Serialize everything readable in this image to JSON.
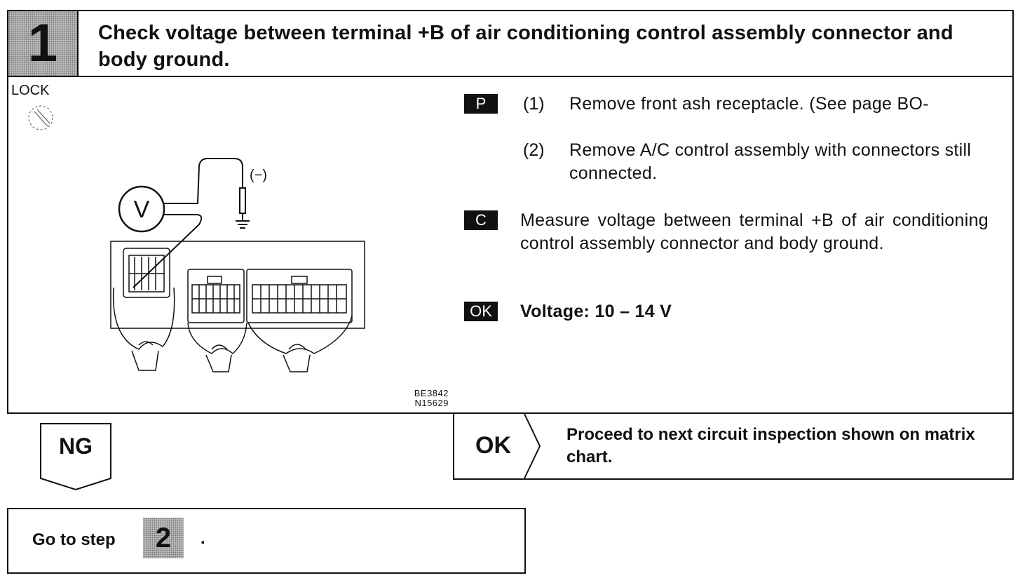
{
  "header": {
    "step_number": "1",
    "title": "Check voltage between terminal +B of air conditioning control assembly connector and body ground."
  },
  "figure": {
    "lock_label": "LOCK",
    "meter_symbol": "V",
    "probe_label": "(−)",
    "code_line1": "BE3842",
    "code_line2": "N15629"
  },
  "instructions": {
    "prep_tag": "P",
    "step1_num": "(1)",
    "step1_text": "Remove front ash receptacle. (See page BO-",
    "step2_num": "(2)",
    "step2_text": "Remove A/C control assembly with connectors still connected.",
    "check_tag": "C",
    "check_text": "Measure voltage between terminal +B of air conditioning control assembly connector and body ground.",
    "ok_tag": "OK",
    "ok_text": "Voltage: 10 – 14 V"
  },
  "ng": {
    "label": "NG"
  },
  "ok_result": {
    "label": "OK",
    "text": "Proceed to next circuit inspection shown on matrix chart."
  },
  "goto": {
    "text": "Go to step",
    "step_number": "2",
    "trailing": "."
  }
}
